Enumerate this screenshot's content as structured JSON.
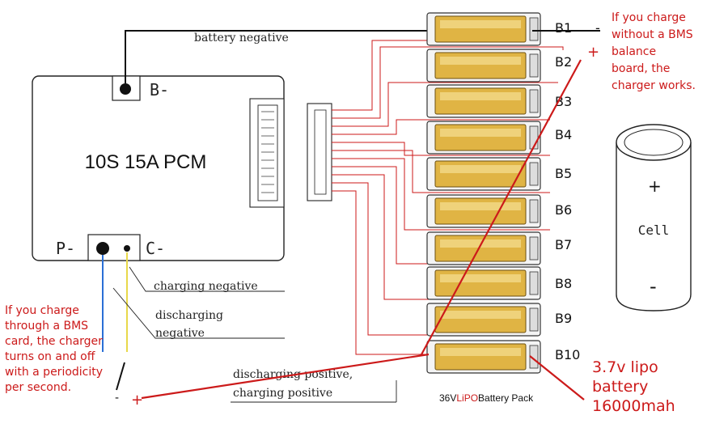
{
  "pcm": {
    "title": "10S 15A PCM",
    "terminal_b": "B-",
    "terminal_p": "P-",
    "terminal_c": "C-"
  },
  "labels": {
    "battery_negative": "battery negative",
    "charging_negative": "charging negative",
    "discharging_negative_1": "discharging",
    "discharging_negative_2": "negative",
    "discharging_positive_1": "discharging positive,",
    "charging_positive": "charging positive"
  },
  "cells": [
    "B1",
    "B2",
    "B3",
    "B4",
    "B5",
    "B6",
    "B7",
    "B8",
    "B9",
    "B10"
  ],
  "battery_pack": {
    "prefix": "36V",
    "lipo": "LiPO",
    "suffix": "Battery Pack"
  },
  "notes": {
    "top_right": [
      "If you charge",
      "without a BMS",
      "balance",
      "board, the",
      "charger works."
    ],
    "bottom_left": [
      "If you charge",
      "through a BMS",
      "card, the charger",
      "turns on and off",
      "with a periodicity",
      "per second."
    ],
    "lipo": [
      "3.7v lipo",
      "battery",
      "16000mah"
    ]
  },
  "polarity": {
    "minus": "-",
    "plus": "+"
  },
  "cell_icon": {
    "label": "Cell",
    "plus": "+",
    "minus": "-"
  },
  "colors": {
    "red": "#cc1a1a",
    "wire_black": "#111111",
    "wire_blue": "#2a6fd6",
    "wire_yellow": "#e8d84a",
    "battery_fill": "#e0b444"
  }
}
